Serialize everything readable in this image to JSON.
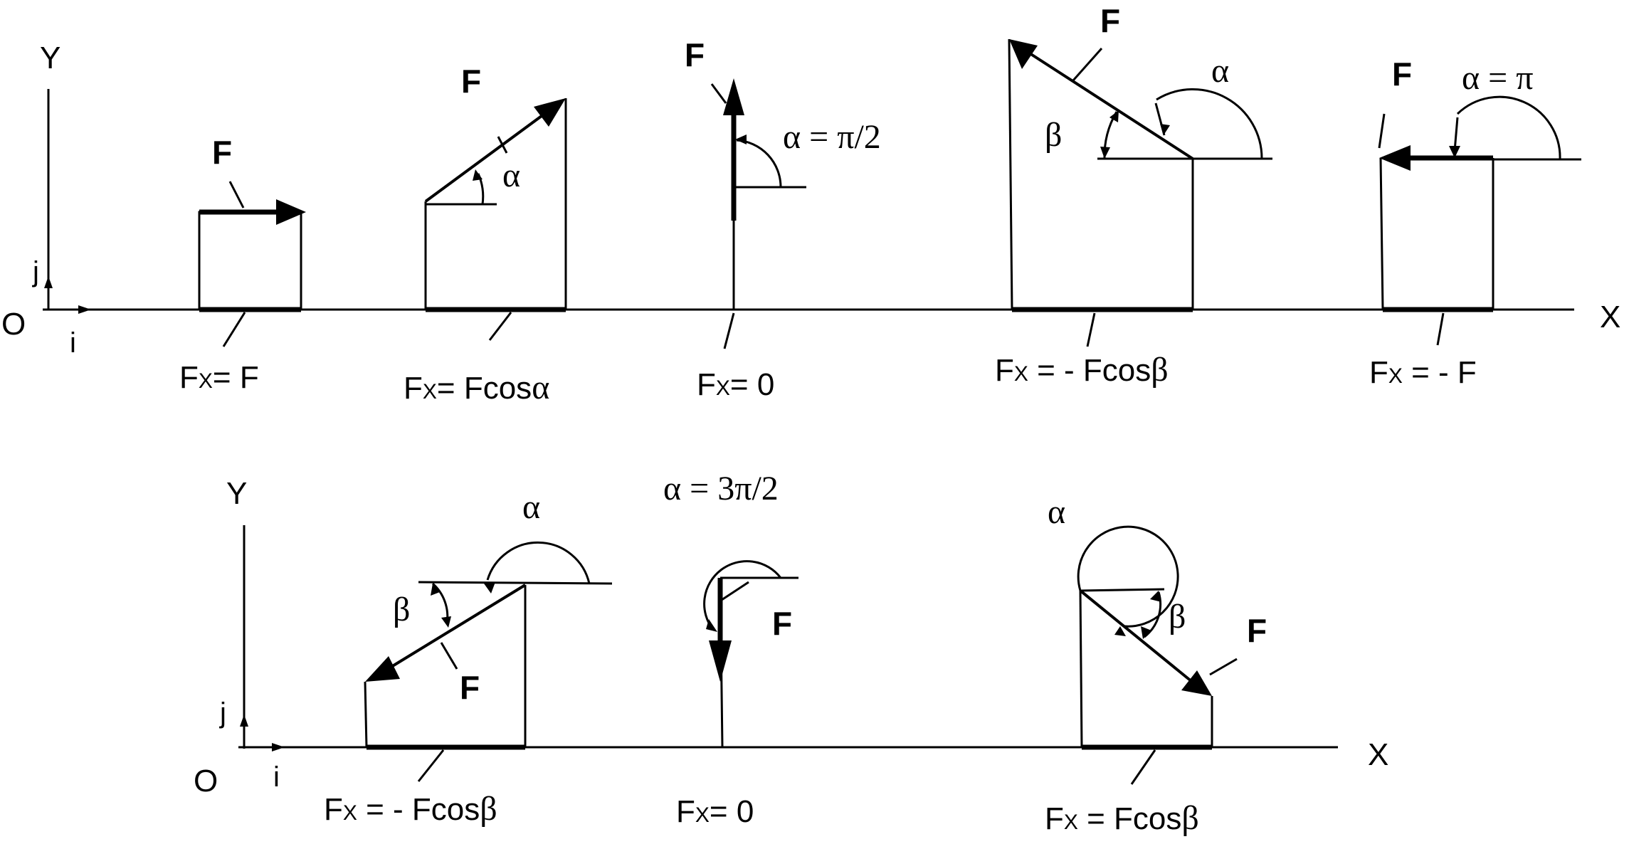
{
  "axes": {
    "top": {
      "y": "Y",
      "x": "X",
      "origin": "O",
      "i": "i",
      "j": "j"
    },
    "bottom": {
      "y": "Y",
      "x": "X",
      "origin": "O",
      "i": "i",
      "j": "j"
    }
  },
  "force_label": "F",
  "angles": {
    "alpha": "α",
    "beta": "β",
    "alpha_half_pi": "α = π/2",
    "alpha_pi": "α = π",
    "alpha_three_half_pi": "α = 3π/2"
  },
  "captions": {
    "c1": {
      "sym": "F",
      "sub": "X",
      "eq": "= F"
    },
    "c2": {
      "sym": "F",
      "sub": "X",
      "eq": "= Fcos",
      "ang": "α"
    },
    "c3": {
      "sym": "F",
      "sub": "X",
      "eq": "= 0"
    },
    "c4": {
      "sym": "F",
      "sub": "X",
      "eq": " = - Fcos",
      "ang": "β"
    },
    "c5": {
      "sym": "F",
      "sub": "X",
      "eq": " = - F"
    },
    "c6": {
      "sym": "F",
      "sub": "X",
      "eq": " = - Fcos",
      "ang": "β"
    },
    "c7": {
      "sym": "F",
      "sub": "X",
      "eq": "= 0"
    },
    "c8": {
      "sym": "F",
      "sub": "X",
      "eq": " =  Fcos",
      "ang": "β"
    }
  }
}
